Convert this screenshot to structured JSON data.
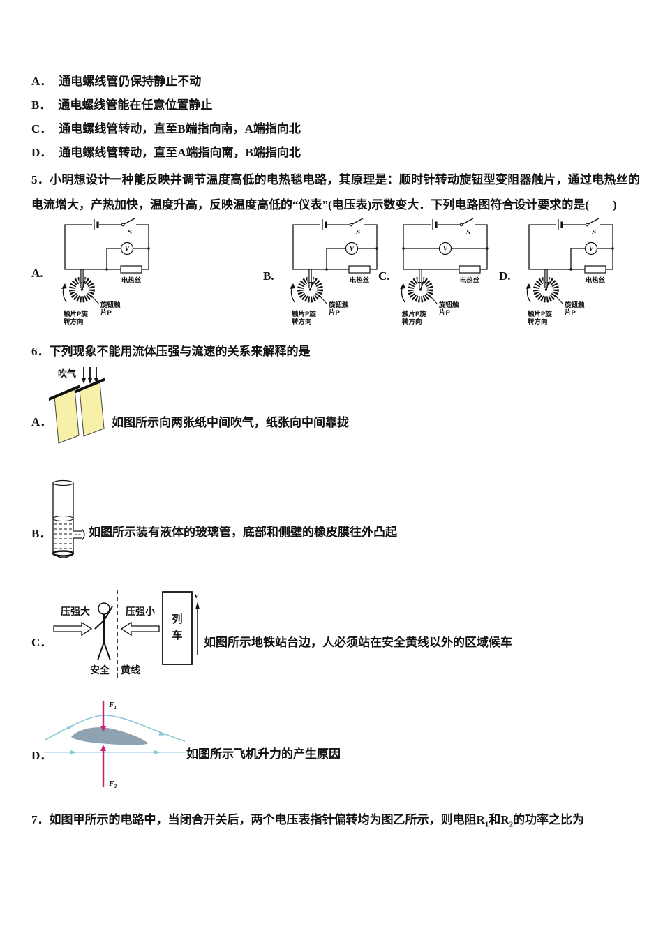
{
  "colors": {
    "ink": "#111111",
    "paper_yellow": "#f6f0a8",
    "streamline_top": "#8cc6d8",
    "streamline_bottom": "#b2dce9",
    "force_arrow": "#cc2170",
    "airfoil": "#8fa2b2"
  },
  "q4_options": [
    {
      "letter": "A．",
      "text": "通电螺线管仍保持静止不动"
    },
    {
      "letter": "B．",
      "text": "通电螺线管能在任意位置静止"
    },
    {
      "letter": "C．",
      "text": "通电螺线管转动，直至B端指向南，A端指向北"
    },
    {
      "letter": "D．",
      "text": "通电螺线管转动，直至A端指向南，B端指向北"
    }
  ],
  "q5": {
    "number": "5．",
    "text": "小明想设计一种能反映并调节温度高低的电热毯电路，其原理是：顺时针转动旋钮型变阻器触片，通过电热丝的电流增大，产热加快，温度升高，反映温度高低的“仪表”(电压表)示数变大．下列电路图符合设计要求的是(　　)",
    "options": [
      {
        "letter": "A."
      },
      {
        "letter": "B."
      },
      {
        "letter": "C."
      },
      {
        "letter": "D."
      }
    ],
    "circuit_labels": {
      "switch": "S",
      "voltmeter": "V",
      "heater": "电热丝",
      "knob1": "旋钮触",
      "knob2": "片P",
      "dir1": "触片P旋",
      "dir2": "转方向"
    }
  },
  "q6": {
    "number": "6．",
    "text": "下列现象不能用流体压强与流速的关系来解释的是",
    "options": [
      {
        "letter": "A．",
        "caption": "如图所示向两张纸中间吹气，纸张向中间靠拢",
        "labels": {
          "blow": "吹气"
        }
      },
      {
        "letter": "B．",
        "caption": "如图所示装有液体的玻璃管，底部和侧壁的橡皮膜往外凸起"
      },
      {
        "letter": "C．",
        "caption": "如图所示地铁站台边，人必须站在安全黄线以外的区域候车",
        "labels": {
          "p_big": "压强大",
          "p_small": "压强小",
          "train_char1": "列",
          "train_char2": "车",
          "speed": "v",
          "safe": "安全",
          "yellow_line": "黄线"
        }
      },
      {
        "letter": "D．",
        "caption": "如图所示飞机升力的产生原因",
        "labels": {
          "f": "F",
          "f1_sub": "1",
          "f2_sub": "2"
        }
      }
    ]
  },
  "q7": {
    "number": "7．",
    "part1": "如图甲所示的电路中，当闭合开关后，两个电压表指针偏转均为图乙所示，则电阻R",
    "sub1": "1",
    "part2": "和R",
    "sub2": "2",
    "part3": "的功率之比为"
  }
}
